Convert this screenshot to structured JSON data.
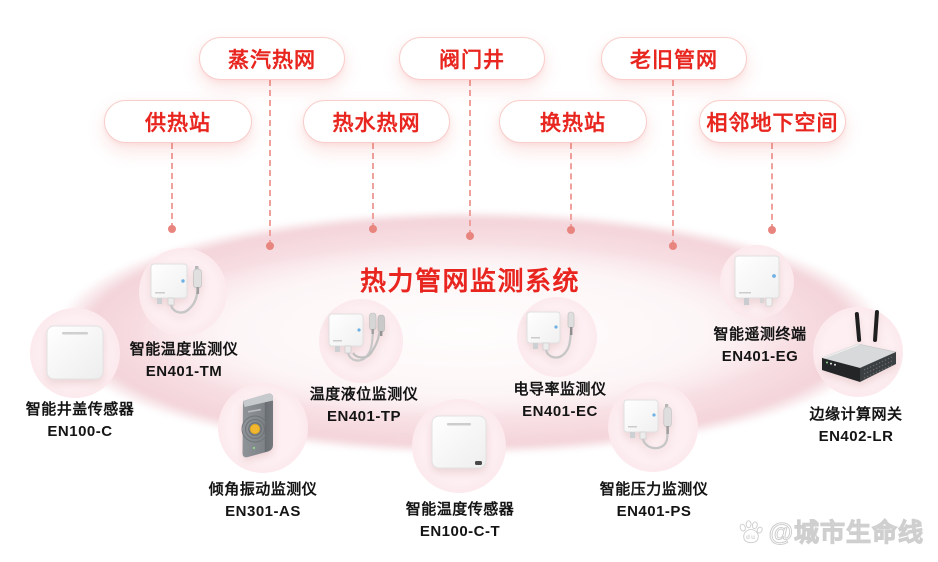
{
  "diagram": {
    "title": "热力管网监测系统",
    "categories": [
      {
        "label": "蒸汽热网"
      },
      {
        "label": "阀门井"
      },
      {
        "label": "老旧管网"
      },
      {
        "label": "供热站"
      },
      {
        "label": "热水热网"
      },
      {
        "label": "换热站"
      },
      {
        "label": "相邻地下空间"
      }
    ],
    "devices": [
      {
        "name": "智能井盖传感器",
        "model": "EN100-C",
        "icon": "manhole-cover-sensor-icon"
      },
      {
        "name": "智能温度监测仪",
        "model": "EN401-TM",
        "icon": "temperature-monitor-icon"
      },
      {
        "name": "倾角振动监测仪",
        "model": "EN301-AS",
        "icon": "tilt-vibration-monitor-icon"
      },
      {
        "name": "温度液位监测仪",
        "model": "EN401-TP",
        "icon": "temperature-level-monitor-icon"
      },
      {
        "name": "智能温度传感器",
        "model": "EN100-C-T",
        "icon": "temperature-sensor-icon"
      },
      {
        "name": "电导率监测仪",
        "model": "EN401-EC",
        "icon": "conductivity-monitor-icon"
      },
      {
        "name": "智能压力监测仪",
        "model": "EN401-PS",
        "icon": "pressure-monitor-icon"
      },
      {
        "name": "智能遥测终端",
        "model": "EN401-EG",
        "icon": "telemetry-terminal-icon"
      },
      {
        "name": "边缘计算网关",
        "model": "EN402-LR",
        "icon": "edge-computing-gateway-icon"
      }
    ],
    "colors": {
      "accent": "#e8261f",
      "dashed_line": "#efa29d",
      "platform_pink": "#f7dde2",
      "device_circle": "#fcebee",
      "label_text": "#141414",
      "alert_yellow": "#f2b72e"
    }
  },
  "watermark": {
    "icon": "baidu-paw-icon",
    "text": "@城市生命线"
  }
}
